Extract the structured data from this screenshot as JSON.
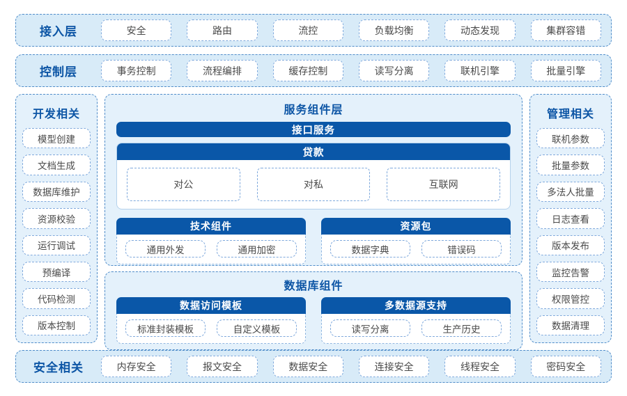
{
  "colors": {
    "accent_dark_bar": "#0A57A8",
    "accent_label_text": "#0C55A5",
    "row_panel_bg": "#D8EBF8",
    "center_panel_bg": "#E4F1FB",
    "panel_dashed_border": "#4F8CC9",
    "item_dashed_border": "#7FA9DC",
    "item_text": "#4A4A4A"
  },
  "access_layer": {
    "label": "接入层",
    "items": [
      "安全",
      "路由",
      "流控",
      "负载均衡",
      "动态发现",
      "集群容错"
    ]
  },
  "control_layer": {
    "label": "控制层",
    "items": [
      "事务控制",
      "流程编排",
      "缓存控制",
      "读写分离",
      "联机引擎",
      "批量引擎"
    ]
  },
  "dev_sidebar": {
    "label": "开发相关",
    "items": [
      "模型创建",
      "文档生成",
      "数据库维护",
      "资源校验",
      "运行调试",
      "预编译",
      "代码检测",
      "版本控制"
    ]
  },
  "mgmt_sidebar": {
    "label": "管理相关",
    "items": [
      "联机参数",
      "批量参数",
      "多法人批量",
      "日志查看",
      "版本发布",
      "监控告警",
      "权限管控",
      "数据清理"
    ]
  },
  "service_layer": {
    "title": "服务组件层",
    "interface_bar": "接口服务",
    "loan_group": {
      "header": "贷款",
      "items": [
        "对公",
        "对私",
        "互联网"
      ]
    },
    "groups": [
      {
        "header": "技术组件",
        "items": [
          "通用外发",
          "通用加密"
        ]
      },
      {
        "header": "资源包",
        "items": [
          "数据字典",
          "错误码"
        ]
      }
    ]
  },
  "db_layer": {
    "title": "数据库组件",
    "groups": [
      {
        "header": "数据访问模板",
        "items": [
          "标准封装模板",
          "自定义模板"
        ]
      },
      {
        "header": "多数据源支持",
        "items": [
          "读写分离",
          "生产历史"
        ]
      }
    ]
  },
  "security_layer": {
    "label": "安全相关",
    "items": [
      "内存安全",
      "报文安全",
      "数据安全",
      "连接安全",
      "线程安全",
      "密码安全"
    ]
  }
}
